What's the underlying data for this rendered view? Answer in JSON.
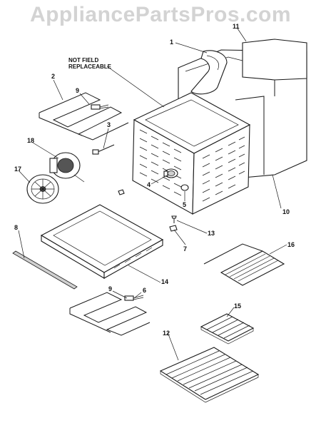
{
  "watermark": "AppliancePartsPros.com",
  "note_lines": [
    "NOT FIELD",
    "REPLACEABLE"
  ],
  "callouts": {
    "c1": "1",
    "c2": "2",
    "c3": "3",
    "c4": "4",
    "c5": "5",
    "c6": "6",
    "c7": "7",
    "c8": "8",
    "c9a": "9",
    "c9b": "9",
    "c10": "10",
    "c11": "11",
    "c12": "12",
    "c13": "13",
    "c14": "14",
    "c15": "15",
    "c16": "16",
    "c17": "17",
    "c18": "18"
  },
  "colors": {
    "line": "#1a1a1a",
    "watermark": "#d3d3d3",
    "background": "#ffffff"
  }
}
